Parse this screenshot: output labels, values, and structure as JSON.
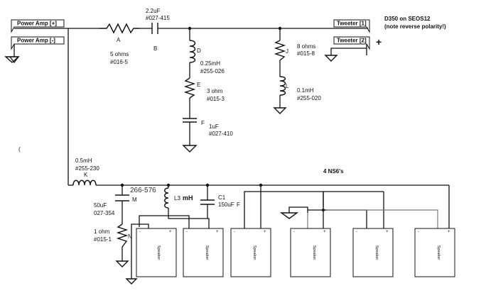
{
  "title": "D350 on SEOS12",
  "subtitle": "(note reverse polarity!)",
  "plus_sign": "+",
  "stray_mark": "(",
  "group_label": "4 NS6's",
  "terminals": {
    "amp_pos": "Power Amp [+]",
    "amp_neg": "Power Amp [-]",
    "tw1": "Tweeter [1]",
    "tw2": "Tweeter [2]"
  },
  "components": {
    "A": {
      "letter": "A",
      "value": "5 ohms",
      "part": "#016-5"
    },
    "B": {
      "letter": "B",
      "value": "2.2uF",
      "part": "#027-415"
    },
    "D": {
      "letter": "D",
      "value": "0.25mH",
      "part": "#255-026"
    },
    "E": {
      "letter": "E",
      "value": "3 ohm",
      "part": "#015-3"
    },
    "F": {
      "letter": "F",
      "value": "1uF",
      "part": "#027-410"
    },
    "J": {
      "letter": "J",
      "value": "8 ohms",
      "part": "#015-8"
    },
    "L": {
      "letter": "L",
      "value": "0.1mH",
      "part": "#255-020"
    },
    "K": {
      "letter": "K",
      "value": "0.5mH",
      "part": "#255-230"
    },
    "M": {
      "letter": "M",
      "value": "50uF",
      "part": "027-354"
    },
    "N": {
      "letter": "N",
      "value": "1 ohm",
      "part": "#015-1"
    },
    "L3": {
      "letter": "L3",
      "value": "mH",
      "part": "266-576"
    },
    "C1": {
      "letter": "C1",
      "value": "150uF",
      "suffix": "F"
    }
  },
  "speakers": [
    {
      "label": "Speaker",
      "minus": "-",
      "plus": "+"
    },
    {
      "label": "Speaker",
      "minus": "-",
      "plus": "+"
    },
    {
      "label": "Speaker",
      "minus": "-",
      "plus": "+"
    },
    {
      "label": "Speaker",
      "minus": "-",
      "plus": "+"
    },
    {
      "label": "Speaker",
      "minus": "-",
      "plus": "+"
    },
    {
      "label": "Speaker",
      "minus": "-",
      "plus": "+"
    }
  ]
}
